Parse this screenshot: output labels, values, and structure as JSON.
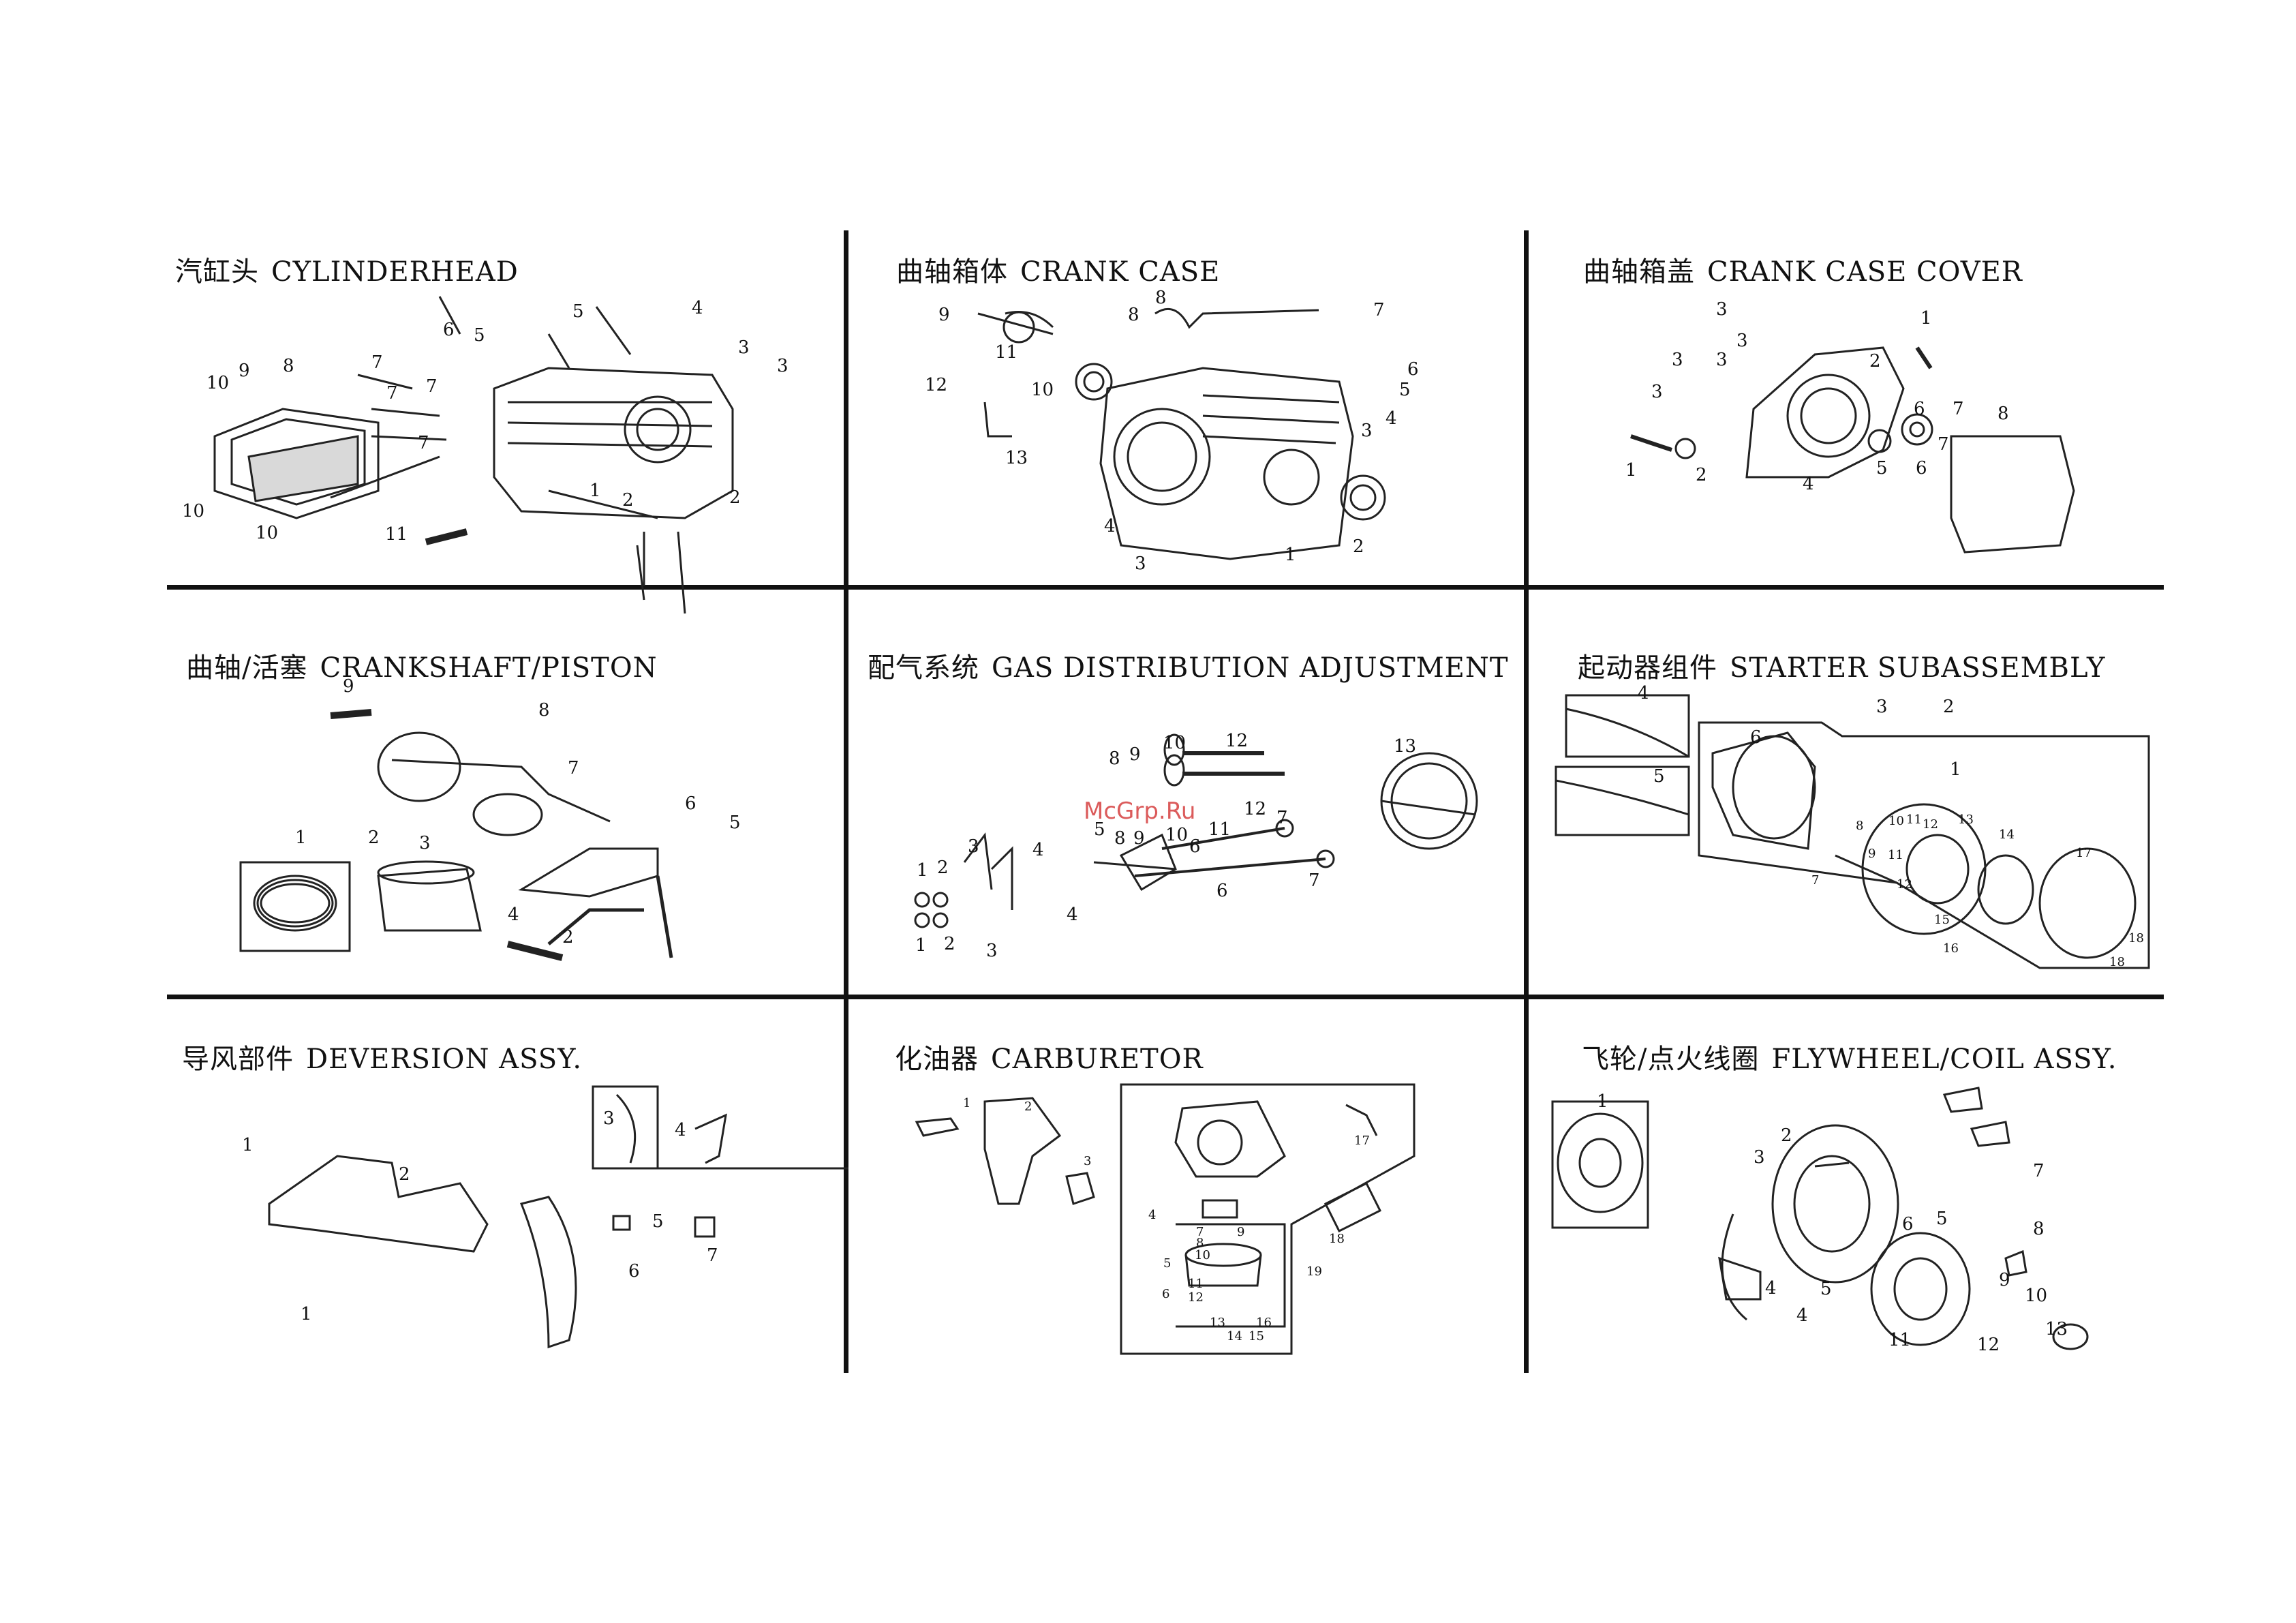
{
  "panels": [
    {
      "cn": "汽缸头",
      "en": "CYLINDERHEAD",
      "callouts": [
        "6",
        "5",
        "5",
        "4",
        "3",
        "3",
        "10",
        "9",
        "8",
        "7",
        "7",
        "7",
        "7",
        "10",
        "10",
        "11",
        "1",
        "2",
        "2"
      ]
    },
    {
      "cn": "曲轴箱体",
      "en": "CRANK CASE",
      "callouts": [
        "9",
        "8",
        "8",
        "7",
        "11",
        "12",
        "10",
        "13",
        "6",
        "5",
        "3",
        "4",
        "4",
        "3",
        "1",
        "2"
      ]
    },
    {
      "cn": "曲轴箱盖",
      "en": "CRANK CASE COVER",
      "callouts": [
        "3",
        "3",
        "3",
        "3",
        "3",
        "2",
        "1",
        "6",
        "7",
        "8",
        "1",
        "2",
        "4",
        "5",
        "6",
        "7"
      ]
    },
    {
      "cn": "曲轴/活塞",
      "en": "CRANKSHAFT/PISTON",
      "callouts": [
        "9",
        "8",
        "7",
        "6",
        "5",
        "1",
        "2",
        "3",
        "4",
        "2"
      ]
    },
    {
      "cn": "配气系统",
      "en": "GAS DISTRIBUTION ADJUSTMENT",
      "callouts": [
        "10",
        "12",
        "13",
        "8",
        "9",
        "5",
        "8",
        "9",
        "10",
        "11",
        "12",
        "7",
        "3",
        "4",
        "6",
        "1",
        "2",
        "1",
        "2",
        "3",
        "4",
        "6",
        "7"
      ]
    },
    {
      "cn": "起动器组件",
      "en": "STARTER SUBASSEMBLY",
      "callouts": [
        "4",
        "5",
        "6",
        "3",
        "2",
        "1",
        "8",
        "10",
        "11",
        "12",
        "13",
        "14",
        "9",
        "11",
        "12",
        "7",
        "17",
        "15",
        "16",
        "18",
        "18"
      ]
    },
    {
      "cn": "导风部件",
      "en": "DEVERSION ASSY.",
      "callouts": [
        "3",
        "4",
        "1",
        "2",
        "5",
        "6",
        "7",
        "1"
      ]
    },
    {
      "cn": "化油器",
      "en": "CARBURETOR",
      "callouts": [
        "1",
        "2",
        "3",
        "17",
        "4",
        "18",
        "7",
        "8",
        "9",
        "10",
        "5",
        "19",
        "11",
        "6",
        "12",
        "13",
        "16",
        "14",
        "15"
      ]
    },
    {
      "cn": "飞轮/点火线圈",
      "en": "FLYWHEEL/COIL ASSY.",
      "callouts": [
        "1",
        "2",
        "3",
        "6",
        "5",
        "7",
        "8",
        "4",
        "5",
        "4",
        "9",
        "10",
        "11",
        "12",
        "13"
      ]
    }
  ],
  "watermark": "McGrp.Ru"
}
